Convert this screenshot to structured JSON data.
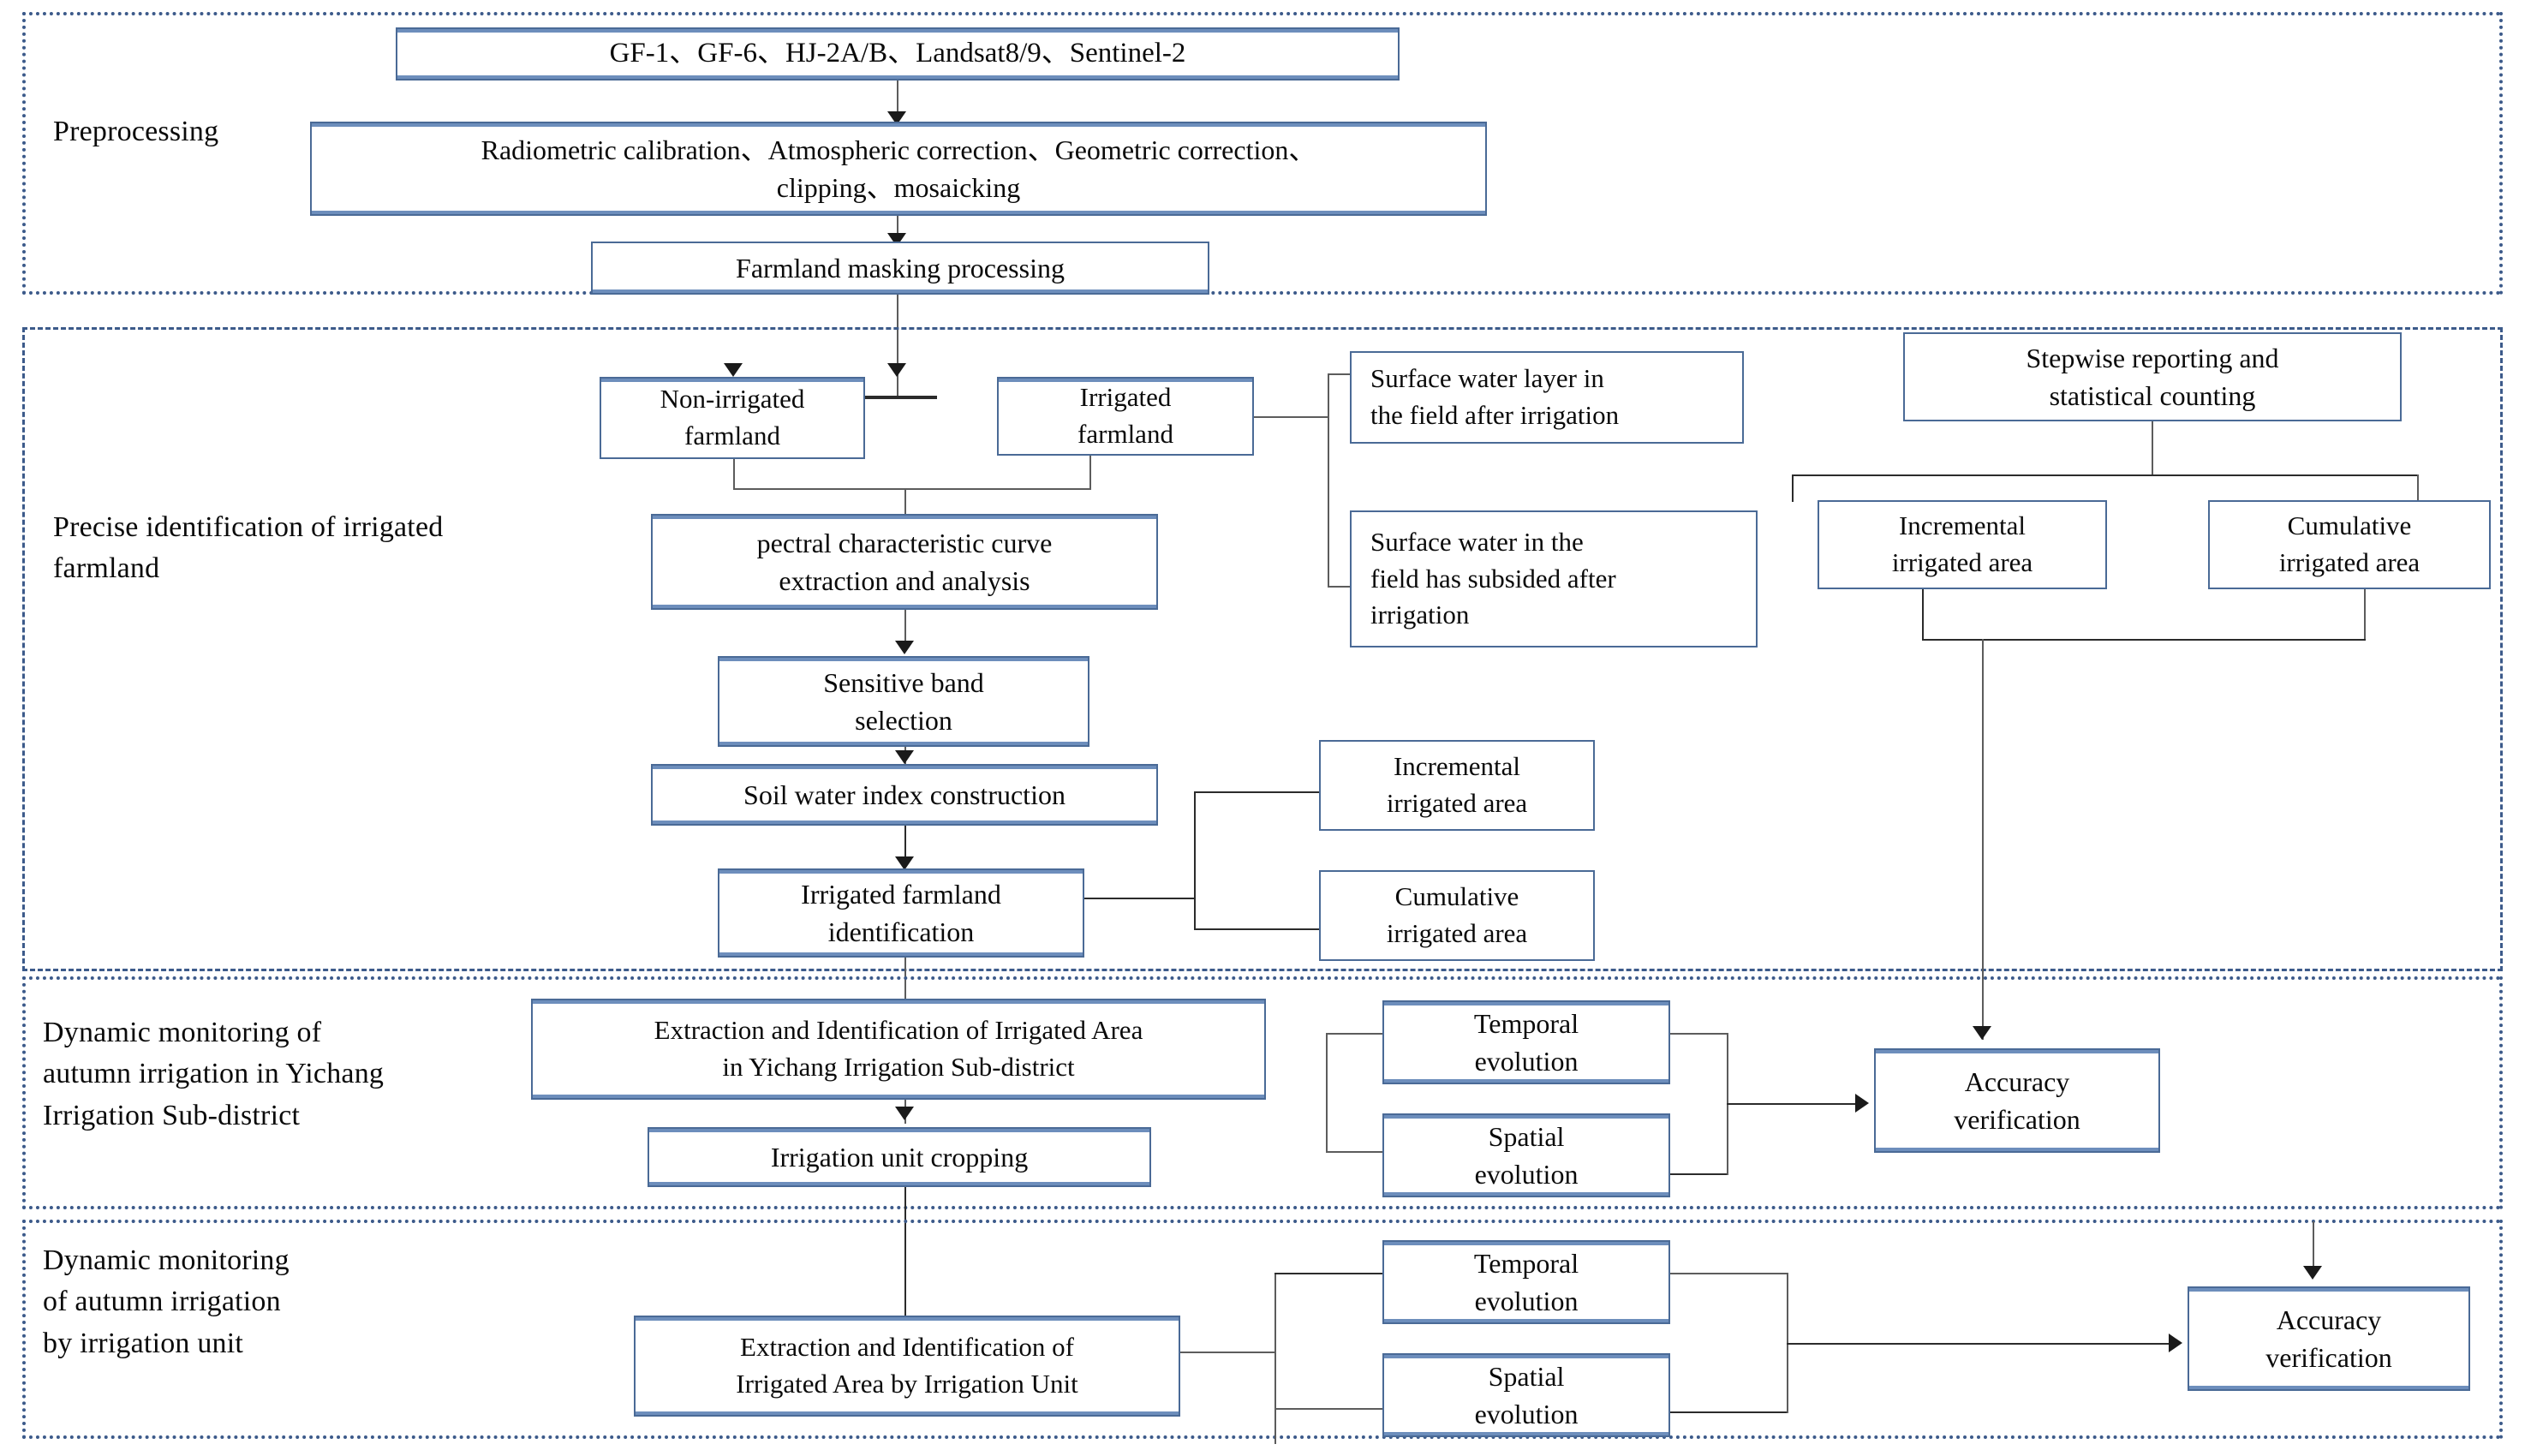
{
  "sections": [
    {
      "id": "preprocessing",
      "label": "Preprocessing"
    },
    {
      "id": "precise-identification",
      "label": "Precise identification of irrigated\nfarmland"
    },
    {
      "id": "yichang-monitoring",
      "label": "Dynamic monitoring of\nautumn irrigation in Yichang\nIrrigation Sub-district"
    },
    {
      "id": "unit-monitoring",
      "label": "Dynamic monitoring\nof autumn irrigation\nby irrigation unit"
    }
  ],
  "boxes": {
    "satellites": "GF-1、GF-6、HJ-2A/B、Landsat8/9、Sentinel-2",
    "preprocess_steps": "Radiometric calibration、Atmospheric correction、Geometric correction、\nclipping、mosaicking",
    "farmland_masking": "Farmland masking processing",
    "non_irrigated": "Non-irrigated\nfarmland",
    "irrigated": "Irrigated\nfarmland",
    "surface_water_layer": "Surface water layer in\nthe field after irrigation",
    "surface_water_subsided": "Surface water in the\nfield has subsided after\nirrigation",
    "stepwise_reporting": "Stepwise reporting and\nstatistical counting",
    "incremental_top": "Incremental\nirrigated area",
    "cumulative_top": "Cumulative\nirrigated area",
    "spectral_curve": "pectral characteristic curve\nextraction and analysis",
    "sensitive_band": "Sensitive band\nselection",
    "soil_water_index": "Soil water index construction",
    "irrigated_identification": "Irrigated farmland\nidentification",
    "incremental_mid": "Incremental\nirrigated area",
    "cumulative_mid": "Cumulative\nirrigated area",
    "yichang_extraction": "Extraction and Identification of Irrigated Area\nin Yichang Irrigation Sub-district",
    "irrigation_unit_cropping": "Irrigation unit cropping",
    "temporal_evolution_s3": "Temporal\nevolution",
    "spatial_evolution_s3": "Spatial\nevolution",
    "accuracy_verification_s3": "Accuracy\nverification",
    "unit_extraction": "Extraction and Identification of\nIrrigated Area by Irrigation Unit",
    "temporal_evolution_s4": "Temporal\nevolution",
    "spatial_evolution_s4": "Spatial\nevolution",
    "accuracy_verification_s4": "Accuracy\nverification"
  },
  "colors": {
    "box_border": "#4a6a96",
    "box_accent": "#6d8ebc",
    "section_border": "#3c5a8a",
    "connector": "#5c5c5c",
    "text": "#0a0a0a"
  }
}
